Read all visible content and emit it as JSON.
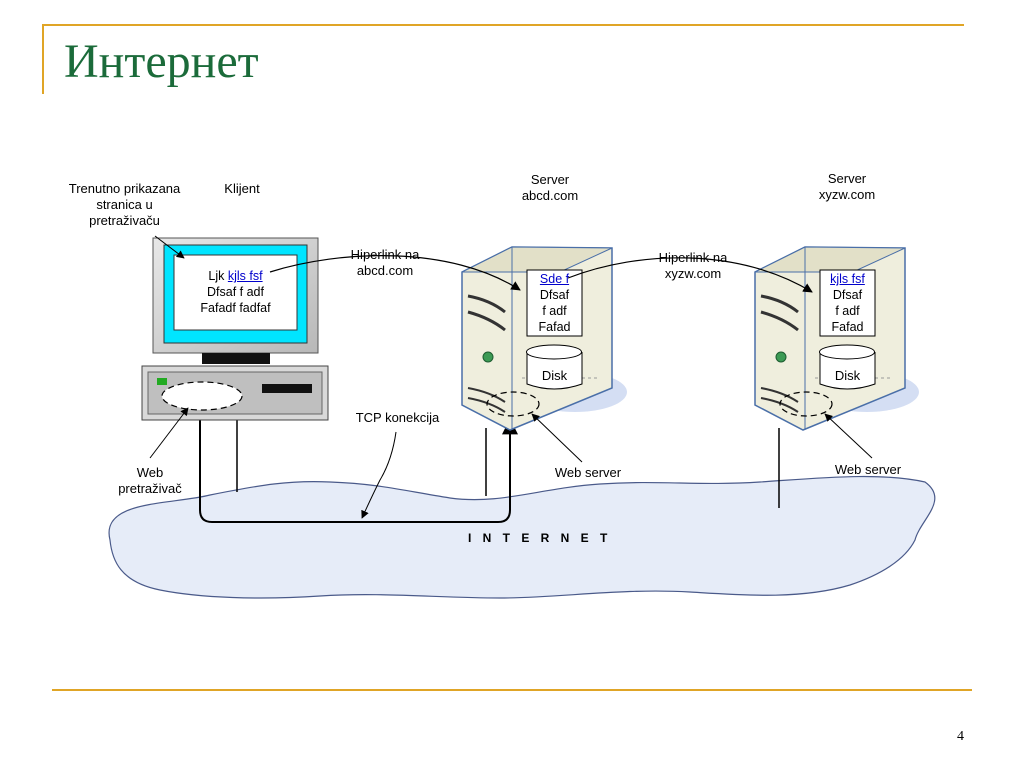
{
  "slide": {
    "title": "Интернет",
    "page_number": "4"
  },
  "client": {
    "caption": "Klijent",
    "page_caption_lines": [
      "Trenutno prikazana",
      "stranica u",
      "pretraživaču"
    ],
    "screen": {
      "line1_text": "Ljk ",
      "line1_link": "kjls fsf",
      "line2": "Dfsaf f adf",
      "line3": "Fafadf fadfaf"
    },
    "browser_lines": [
      "Web",
      "pretraživač"
    ]
  },
  "server1": {
    "caption_lines": [
      "Server",
      "abcd.com"
    ],
    "doc_link": "Sde f",
    "doc_lines": [
      "Dfsaf",
      "f adf",
      "Fafad"
    ],
    "disk": "Disk",
    "webserver": "Web server"
  },
  "server2": {
    "caption_lines": [
      "Server",
      "xyzw.com"
    ],
    "doc_link": "kjls fsf",
    "doc_lines": [
      "Dfsaf",
      "f adf",
      "Fafad"
    ],
    "disk": "Disk",
    "webserver": "Web server"
  },
  "links": {
    "link1_lines": [
      "Hiperlink na",
      "abcd.com"
    ],
    "link2_lines": [
      "Hiperlink na",
      "xyzw.com"
    ],
    "tcp": "TCP konekcija"
  },
  "network": {
    "label": "I N T E R N E T"
  },
  "colors": {
    "title": "#1b6b3a",
    "rule": "#e0a526",
    "cloud_fill": "#e6ecf8",
    "server_face": "#efeedd",
    "screen_bg": "#00e5ff"
  }
}
